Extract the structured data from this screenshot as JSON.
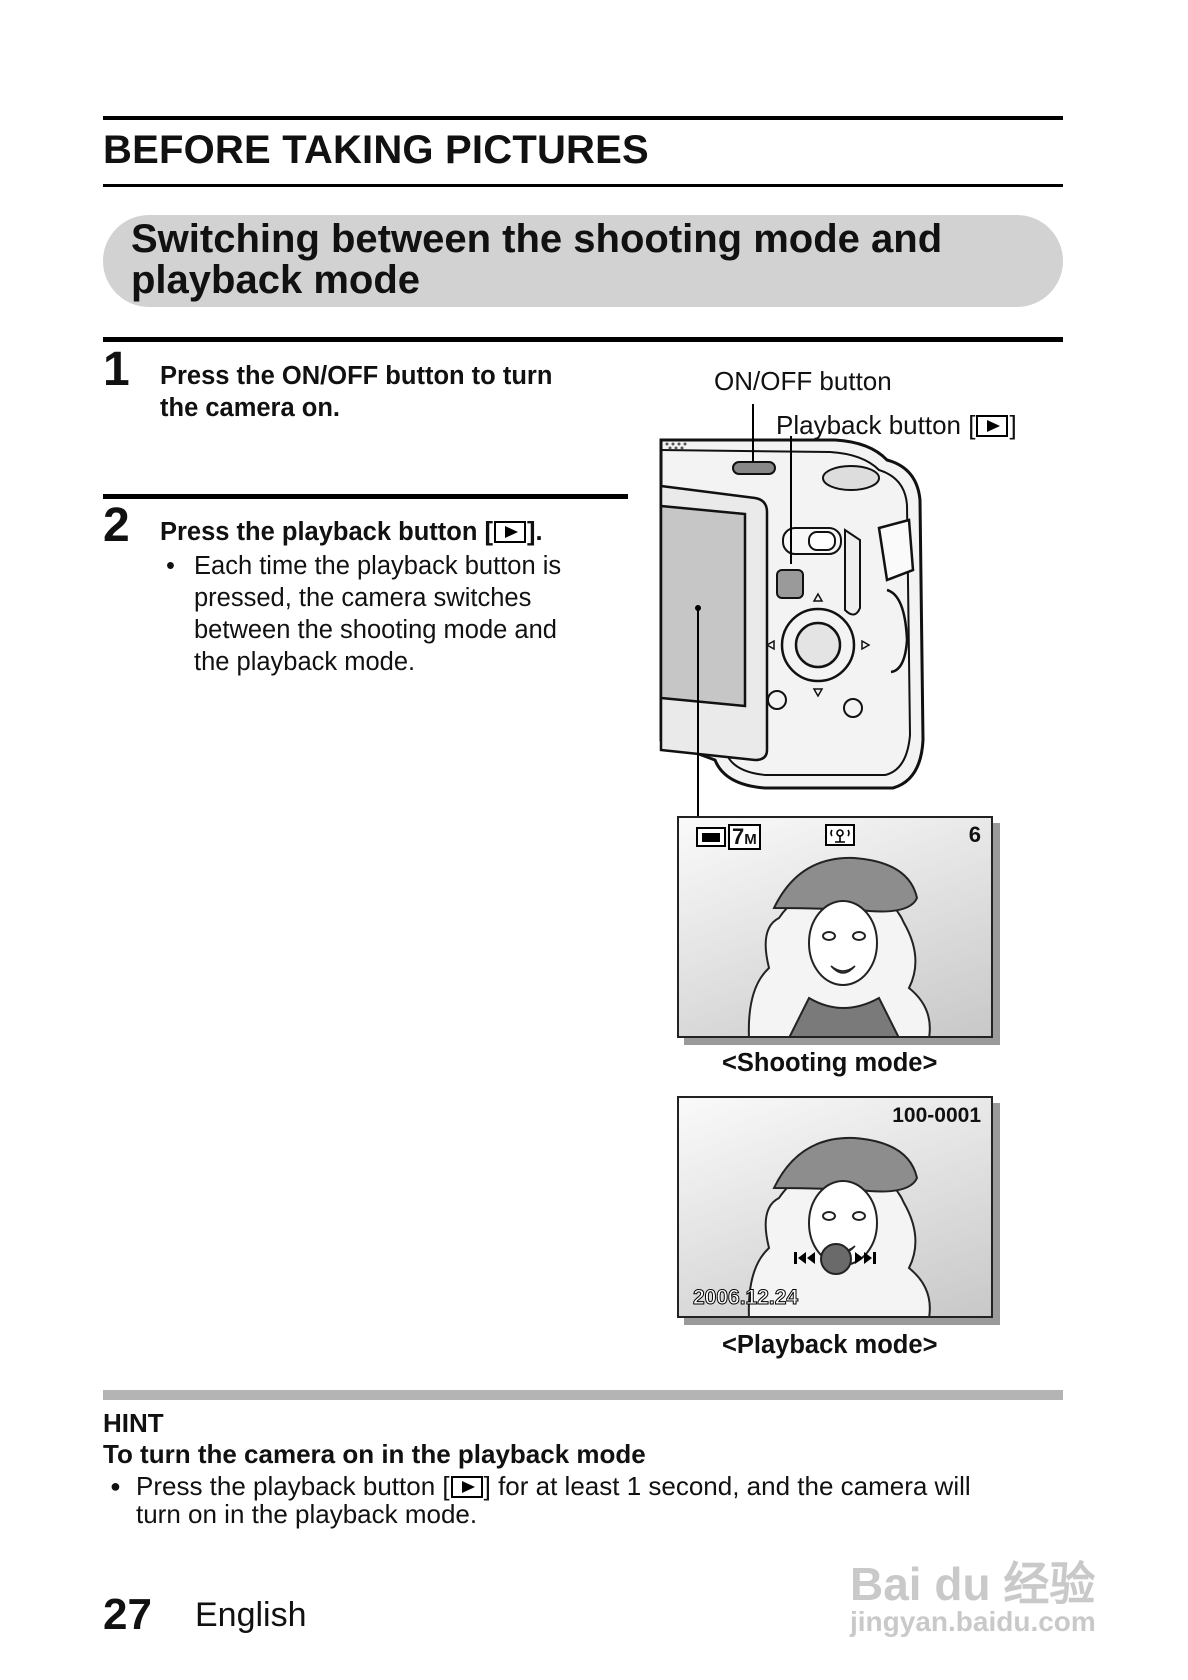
{
  "chapter_title": "BEFORE TAKING PICTURES",
  "section_title_line1": "Switching between the shooting mode and",
  "section_title_line2": "playback mode",
  "steps": [
    {
      "number": "1",
      "line1": "Press the ON/OFF button to turn",
      "line2": "the camera on."
    },
    {
      "number": "2",
      "text_before": "Press the playback button [",
      "text_after": "].",
      "bullet_marker": "•",
      "bullet_lines": [
        "Each time the playback button is",
        "pressed, the camera switches",
        "between the shooting mode and",
        "the playback mode."
      ]
    }
  ],
  "callouts": {
    "onoff": "ON/OFF button",
    "playback_before": "Playback button [",
    "playback_after": "]"
  },
  "shooting_screen": {
    "resolution_digit": "7",
    "resolution_unit": "M",
    "shots_remaining": "6",
    "caption": "<Shooting mode>"
  },
  "playback_screen": {
    "file_number": "100-0001",
    "date": "2006.12.24",
    "caption": "<Playback mode>"
  },
  "hint": {
    "label": "HINT",
    "subtitle": "To turn the camera on in the playback mode",
    "bullet": "●",
    "text_before": "Press the playback button [",
    "text_after": "] for at least 1 second, and the camera will",
    "line2": "turn on in the playback mode."
  },
  "footer": {
    "page_number": "27",
    "language": "English"
  },
  "watermark": {
    "brand": "Bai du 经验",
    "url": "jingyan.baidu.com"
  },
  "icons": [
    "play-icon",
    "camera-icon",
    "stabilizer-icon",
    "skip-back-icon",
    "skip-forward-icon"
  ]
}
